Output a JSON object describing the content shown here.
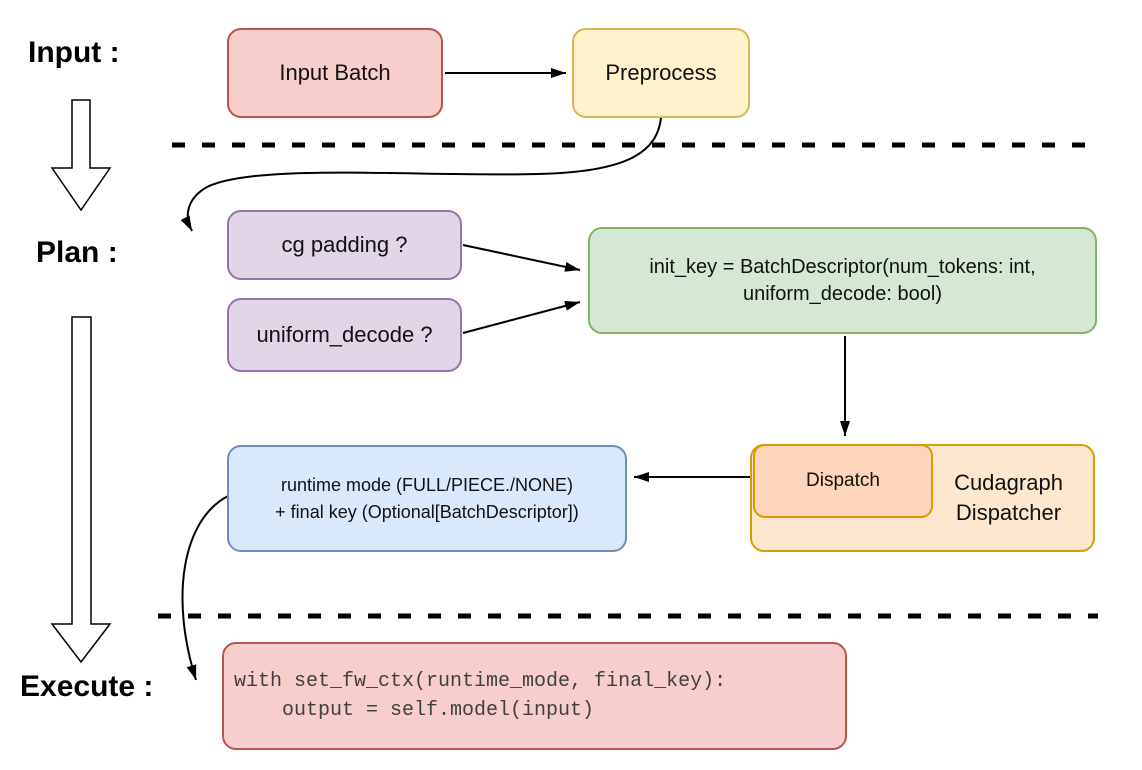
{
  "stages": {
    "input_label": "Input :",
    "plan_label": "Plan :",
    "execute_label": "Execute :"
  },
  "nodes": {
    "input_batch": {
      "label": "Input Batch",
      "fill": "#f8cecc",
      "stroke": "#b85450"
    },
    "preprocess": {
      "label": "Preprocess",
      "fill": "#fff2cc",
      "stroke": "#d6b656"
    },
    "cg_padding": {
      "label": "cg padding ?",
      "fill": "#e1d5e7",
      "stroke": "#9673a6"
    },
    "uniform_decode": {
      "label": "uniform_decode ?",
      "fill": "#e1d5e7",
      "stroke": "#9673a6"
    },
    "init_key": {
      "line1": "init_key = BatchDescriptor(num_tokens: int,",
      "line2": "uniform_decode: bool)",
      "fill": "#d5e8d4",
      "stroke": "#82b366"
    },
    "dispatch": {
      "label": "Dispatch",
      "fill": "#fcd5ba",
      "stroke": "#d79b00"
    },
    "cudagraph_dispatcher": {
      "line1": "Cudagraph",
      "line2": "Dispatcher",
      "fill": "#fde7cf",
      "stroke": "#d79b00"
    },
    "runtime_mode": {
      "line1": "runtime mode (FULL/PIECE./NONE)",
      "line2": "+ final key (Optional[BatchDescriptor])",
      "fill": "#dae8fc",
      "stroke": "#6c8ebf"
    },
    "execute_code": {
      "line1": "with set_fw_ctx(runtime_mode, final_key):",
      "line2": "    output = self.model(input)",
      "fill": "#f8cecc",
      "stroke": "#b85450"
    }
  }
}
